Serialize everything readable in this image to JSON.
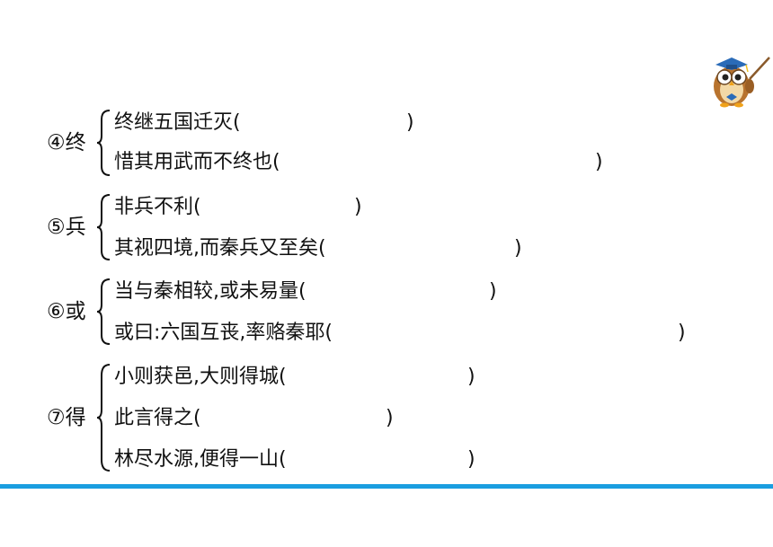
{
  "groups": [
    {
      "label": "④终",
      "items": [
        {
          "text": "终继五国迁灭(",
          "close": ")"
        },
        {
          "text": "惜其用武而不终也(",
          "close": ")"
        }
      ]
    },
    {
      "label": "⑤兵",
      "items": [
        {
          "text": "非兵不利(",
          "close": ")"
        },
        {
          "text": "其视四境,而秦兵又至矣(",
          "close": ")"
        }
      ]
    },
    {
      "label": "⑥或",
      "items": [
        {
          "text": "当与秦相较,或未易量(",
          "close": ")"
        },
        {
          "text": "或曰:六国互丧,率赂秦耶(",
          "close": ")"
        }
      ]
    },
    {
      "label": "⑦得",
      "items": [
        {
          "text": "小则获邑,大则得城(",
          "close": ")"
        },
        {
          "text": "此言得之(",
          "close": ")"
        },
        {
          "text": "林尽水源,便得一山(",
          "close": ")"
        }
      ]
    }
  ],
  "colors": {
    "rule": "#1a9ee0",
    "text": "#111111"
  },
  "icons": {
    "mascot": "owl-teacher-icon"
  }
}
